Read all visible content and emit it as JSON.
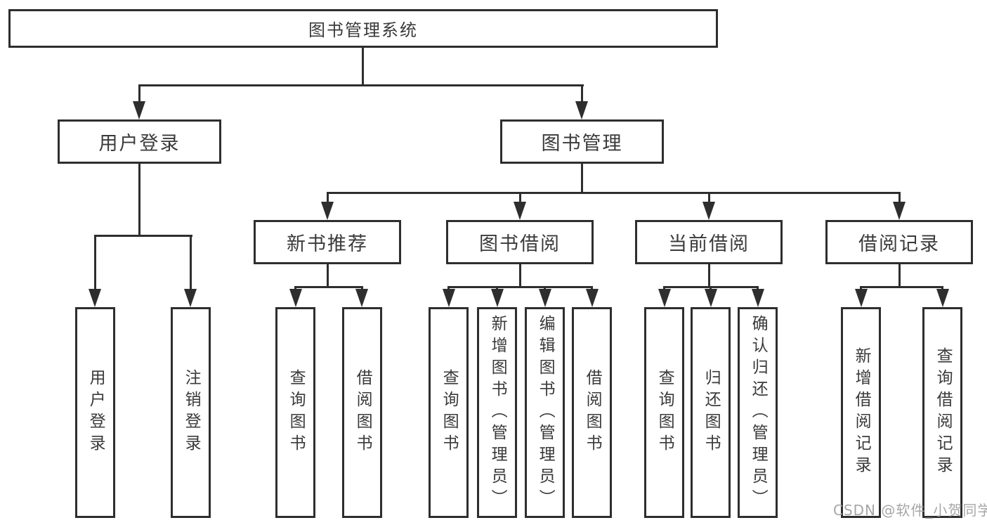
{
  "diagram": {
    "root": {
      "label": "图书管理系统"
    },
    "level2": [
      {
        "label": "用户登录"
      },
      {
        "label": "图书管理"
      }
    ],
    "level3": [
      {
        "label": "新书推荐"
      },
      {
        "label": "图书借阅"
      },
      {
        "label": "当前借阅"
      },
      {
        "label": "借阅记录"
      }
    ],
    "leaves": {
      "user_login": [
        "用户登录",
        "注销登录"
      ],
      "new_books": [
        "查询图书",
        "借阅图书"
      ],
      "book_borrowing": [
        "查询图书",
        "新增图书（管理员）",
        "编辑图书（管理员）",
        "借阅图书"
      ],
      "current_borrowing": [
        "查询图书",
        "归还图书",
        "确认归还（管理员）"
      ],
      "borrow_records": [
        "新增借阅记录",
        "查询借阅记录"
      ]
    }
  },
  "watermark": {
    "text": "CSDN @软件_小贺同学"
  },
  "colors": {
    "line": "#2e2e2e",
    "ink": "#3a3a3a",
    "watermark": "#a6a6a6",
    "canvas": "#ffffff"
  }
}
